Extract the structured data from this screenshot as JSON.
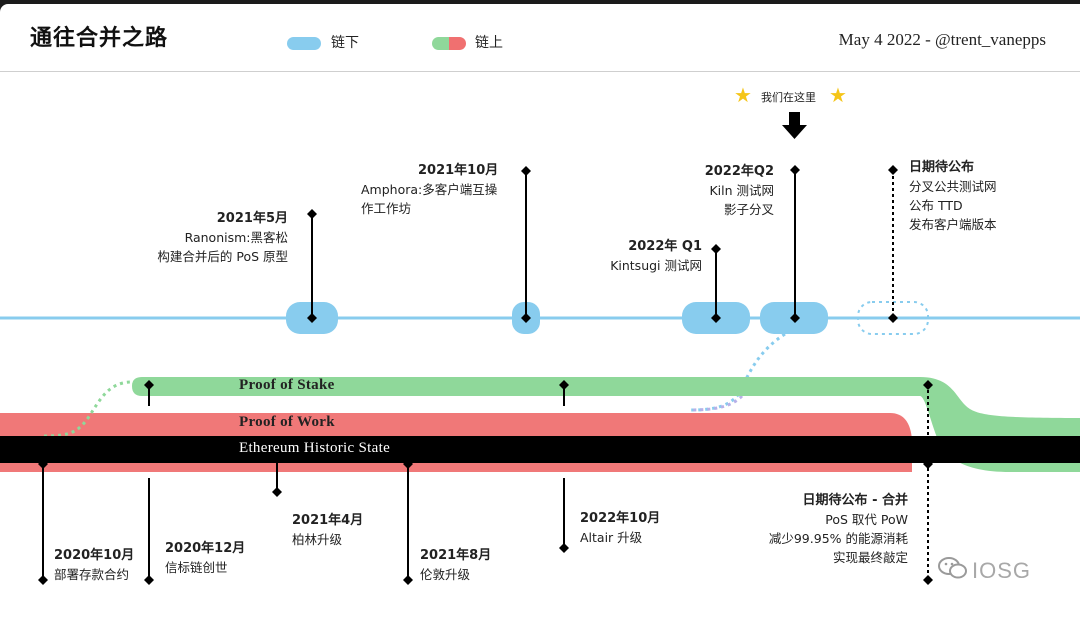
{
  "header": {
    "title": "通往合并之路",
    "author": "May 4 2022 - @trent_vanepps",
    "legend": [
      {
        "label": "链下",
        "colors": [
          "#88ccee",
          "#88ccee"
        ]
      },
      {
        "label": "链上",
        "colors": [
          "#8fd89a",
          "#f07070"
        ]
      }
    ]
  },
  "marker": {
    "text": "我们在这里",
    "star": "★"
  },
  "bands": {
    "pos": "Proof of Stake",
    "pow": "Proof of Work",
    "historic": "Ethereum Historic State"
  },
  "offchain_events": [
    {
      "date": "2021年5月",
      "lines": [
        "Ranonism:黑客松",
        "构建合并后的 PoS 原型"
      ]
    },
    {
      "date": "2021年10月",
      "lines": [
        "Amphora:多客户端互操",
        "作工作坊"
      ]
    },
    {
      "date": "2022年 Q1",
      "lines": [
        "Kintsugi 测试网"
      ]
    },
    {
      "date": "2022年Q2",
      "lines": [
        "Kiln 测试网",
        "影子分叉"
      ]
    },
    {
      "date": "日期待公布",
      "lines": [
        "分叉公共测试网",
        "公布 TTD",
        "发布客户端版本"
      ]
    }
  ],
  "onchain_events": [
    {
      "date": "2020年10月",
      "lines": [
        "部署存款合约"
      ]
    },
    {
      "date": "2020年12月",
      "lines": [
        "信标链创世"
      ]
    },
    {
      "date": "2021年4月",
      "lines": [
        "柏林升级"
      ]
    },
    {
      "date": "2021年8月",
      "lines": [
        "伦敦升级"
      ]
    },
    {
      "date": "2022年10月",
      "lines": [
        "Altair 升级"
      ]
    },
    {
      "date": "日期待公布 - 合并",
      "lines": [
        "PoS 取代 PoW",
        "减少99.95% 的能源消耗",
        "实现最终敲定"
      ]
    }
  ],
  "watermark": {
    "text": "IOSG",
    "icon": "wechat-icon"
  },
  "colors": {
    "offchain": "#88ccee",
    "pos": "#8fd89a",
    "pow": "#f07878",
    "historic": "#000000"
  }
}
